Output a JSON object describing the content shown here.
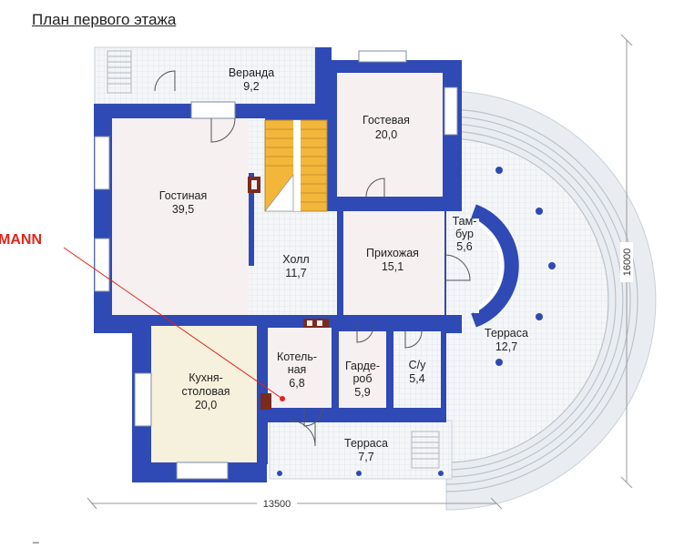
{
  "title": "План первого этажа",
  "brand": "MANN",
  "footer_mark": "_",
  "rooms": {
    "veranda": {
      "name": "Веранда",
      "area": "9,2"
    },
    "guest": {
      "name": "Гостевая",
      "area": "20,0"
    },
    "living": {
      "name": "Гостиная",
      "area": "39,5"
    },
    "vestibule": {
      "name_1": "Там-",
      "name_2": "бур",
      "area": "5,6"
    },
    "hall": {
      "name": "Холл",
      "area": "11,7"
    },
    "entrance": {
      "name": "Прихожая",
      "area": "15,1"
    },
    "terrace_round": {
      "name": "Терраса",
      "area": "12,7"
    },
    "boiler": {
      "name_1": "Котель-",
      "name_2": "ная",
      "area": "6,8"
    },
    "wardrobe": {
      "name_1": "Гарде-",
      "name_2": "роб",
      "area": "5,9"
    },
    "wc": {
      "name": "С/у",
      "area": "5,4"
    },
    "kitchen": {
      "name_1": "Кухня-",
      "name_2": "столовая",
      "area": "20,0"
    },
    "terrace_bottom": {
      "name": "Терраса",
      "area": "7,7"
    }
  },
  "dimensions": {
    "width": "13500",
    "height": "16000"
  },
  "colors": {
    "wall": "#2f49b5",
    "floor": "#f7f0f0",
    "kitchen": "#f6f1dc",
    "tile": "#eef2f5",
    "stair": "#f2b63a",
    "brand": "#e1251b"
  }
}
